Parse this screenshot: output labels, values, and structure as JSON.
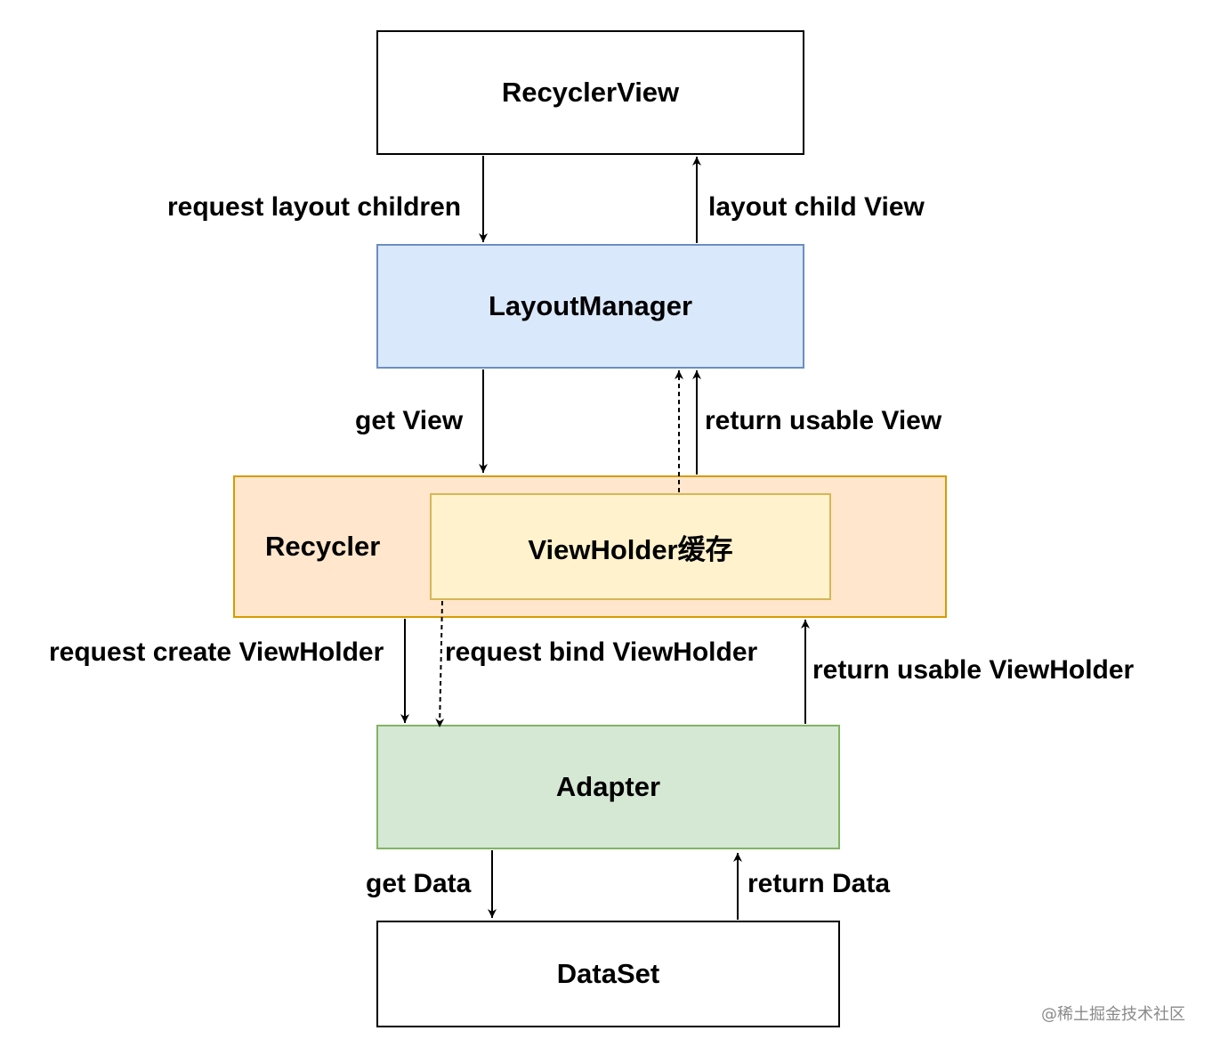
{
  "nodes": {
    "recyclerview": "RecyclerView",
    "layoutmanager": "LayoutManager",
    "recycler": "Recycler",
    "viewholder_cache": "ViewHolder缓存",
    "adapter": "Adapter",
    "dataset": "DataSet"
  },
  "edges": {
    "request_layout_children": "request layout children",
    "layout_child_view": "layout child View",
    "get_view": "get View",
    "return_usable_view": "return usable View",
    "request_create_viewholder": "request create ViewHolder",
    "request_bind_viewholder": "request bind ViewHolder",
    "return_usable_viewholder": "return usable ViewHolder",
    "get_data": "get Data",
    "return_data": "return Data"
  },
  "colors": {
    "layoutmanager_fill": "#dae8fc",
    "layoutmanager_stroke": "#6c8ebf",
    "recycler_fill": "#ffe6cc",
    "recycler_stroke": "#d79b00",
    "viewholder_fill": "#fff2cc",
    "viewholder_stroke": "#d6b656",
    "adapter_fill": "#d5e8d4",
    "adapter_stroke": "#82b366"
  },
  "watermark": "@稀土掘金技术社区"
}
